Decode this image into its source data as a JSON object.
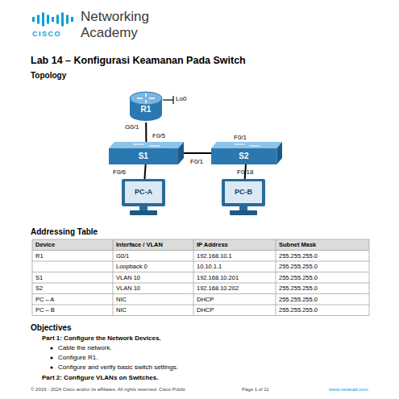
{
  "diagram": {
    "title": "Lab 14 – Konfigurasi Keamanan Pada Switch",
    "nodes": [
      {
        "text": [
          "R1"
        ]
      },
      {
        "text": [
          "S1"
        ]
      },
      {
        "text": [
          "S2"
        ]
      },
      {
        "text": [
          "PC-A"
        ]
      },
      {
        "text": [
          "PC-B"
        ]
      }
    ],
    "edges": [
      {
        "from": 0,
        "to": 1,
        "arrow": "none"
      },
      {
        "from": 1,
        "to": 2,
        "arrow": "none"
      },
      {
        "from": 1,
        "to": 3,
        "arrow": "none"
      },
      {
        "from": 2,
        "to": 4,
        "arrow": "none"
      }
    ],
    "labels": [
      "CISCO",
      "Networking",
      "Academy",
      "Topology",
      "Lo0",
      "G0/1",
      "F0/5",
      "F0/1",
      "F0/1",
      "F0/6",
      "F0/18",
      "Addressing Table",
      "Device",
      "Interface / VLAN",
      "IP Address",
      "Subnet Mask",
      "R1",
      "G0/1",
      "192.168.10.1",
      "255.255.255.0",
      "Loopback 0",
      "10.10.1.1",
      "255.255.255.0",
      "S1",
      "VLAN 10",
      "192.168.10.201",
      "255.255.255.0",
      "S2",
      "VLAN 10",
      "192.168.10.202",
      "255.255.255.0",
      "PC – A",
      "NIC",
      "DHCP",
      "255.255.255.0",
      "PC – B",
      "NIC",
      "DHCP",
      "255.255.255.0",
      "Objectives",
      "Part 1: Configure the Network Devices.",
      "Cable the network.",
      "Configure R1.",
      "Configure and verify basic switch settings.",
      "Part 2: Configure VLANs on Switches.",
      "© 2019 - 2024 Cisco and/or its affiliates. All rights reserved. Cisco Public",
      "Page 1 of 11",
      "www.netacad.com"
    ]
  }
}
